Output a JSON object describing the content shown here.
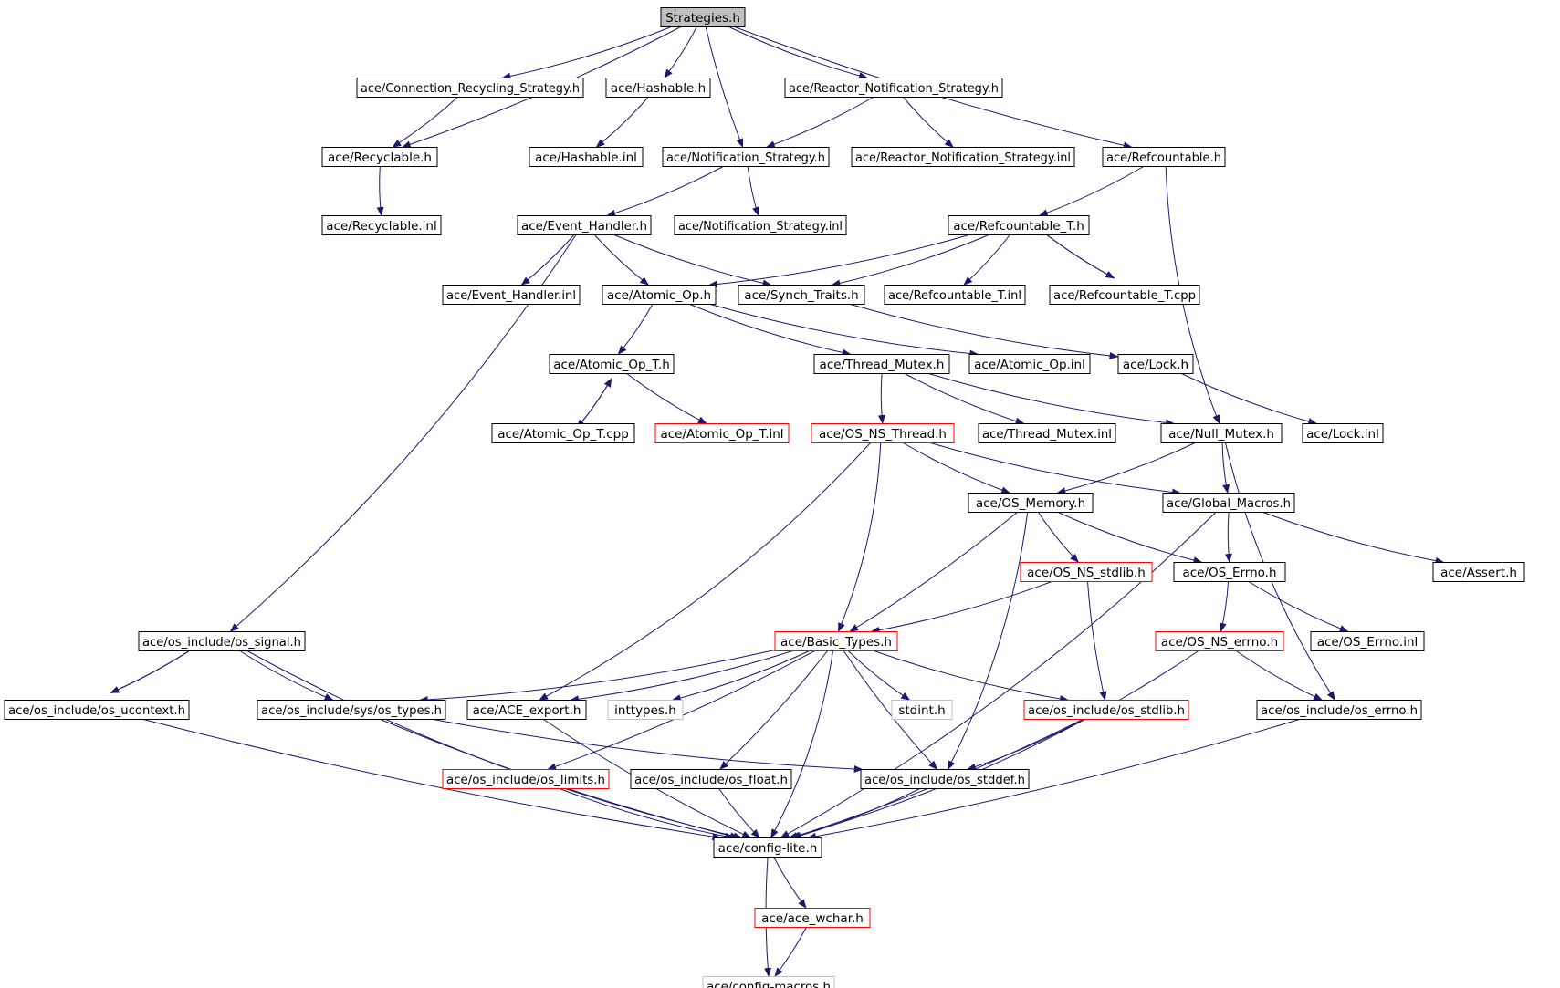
{
  "diagram": {
    "colors": {
      "edge": "#191970",
      "root_fill": "#bfbfbf",
      "normal_border": "#000000",
      "truncated_border": "#ff0000",
      "missing_border": "#bfbfbf",
      "text": "#000000"
    },
    "nodes": [
      {
        "id": "strategies_h",
        "label": "Strategies.h",
        "style": "root"
      },
      {
        "id": "conn_recycling",
        "label": "ace/Connection_Recycling_Strategy.h",
        "style": "normal"
      },
      {
        "id": "hashable_h",
        "label": "ace/Hashable.h",
        "style": "normal"
      },
      {
        "id": "reactor_notif_h",
        "label": "ace/Reactor_Notification_Strategy.h",
        "style": "normal"
      },
      {
        "id": "recyclable_h",
        "label": "ace/Recyclable.h",
        "style": "normal"
      },
      {
        "id": "hashable_inl",
        "label": "ace/Hashable.inl",
        "style": "normal"
      },
      {
        "id": "notif_strategy_h",
        "label": "ace/Notification_Strategy.h",
        "style": "normal"
      },
      {
        "id": "reactor_notif_inl",
        "label": "ace/Reactor_Notification_Strategy.inl",
        "style": "normal"
      },
      {
        "id": "refcountable_h",
        "label": "ace/Refcountable.h",
        "style": "normal"
      },
      {
        "id": "recyclable_inl",
        "label": "ace/Recyclable.inl",
        "style": "normal"
      },
      {
        "id": "event_handler_h",
        "label": "ace/Event_Handler.h",
        "style": "normal"
      },
      {
        "id": "notif_strategy_inl",
        "label": "ace/Notification_Strategy.inl",
        "style": "normal"
      },
      {
        "id": "refcountable_t_h",
        "label": "ace/Refcountable_T.h",
        "style": "normal"
      },
      {
        "id": "event_handler_inl",
        "label": "ace/Event_Handler.inl",
        "style": "normal"
      },
      {
        "id": "atomic_op_h",
        "label": "ace/Atomic_Op.h",
        "style": "normal"
      },
      {
        "id": "synch_traits_h",
        "label": "ace/Synch_Traits.h",
        "style": "normal"
      },
      {
        "id": "refcountable_t_inl",
        "label": "ace/Refcountable_T.inl",
        "style": "normal"
      },
      {
        "id": "refcountable_t_cpp",
        "label": "ace/Refcountable_T.cpp",
        "style": "normal"
      },
      {
        "id": "atomic_op_t_h",
        "label": "ace/Atomic_Op_T.h",
        "style": "normal"
      },
      {
        "id": "thread_mutex_h",
        "label": "ace/Thread_Mutex.h",
        "style": "normal"
      },
      {
        "id": "atomic_op_inl",
        "label": "ace/Atomic_Op.inl",
        "style": "normal"
      },
      {
        "id": "lock_h",
        "label": "ace/Lock.h",
        "style": "normal"
      },
      {
        "id": "atomic_op_t_cpp",
        "label": "ace/Atomic_Op_T.cpp",
        "style": "normal"
      },
      {
        "id": "atomic_op_t_inl",
        "label": "ace/Atomic_Op_T.inl",
        "style": "truncated"
      },
      {
        "id": "os_ns_thread_h",
        "label": "ace/OS_NS_Thread.h",
        "style": "truncated"
      },
      {
        "id": "thread_mutex_inl",
        "label": "ace/Thread_Mutex.inl",
        "style": "normal"
      },
      {
        "id": "null_mutex_h",
        "label": "ace/Null_Mutex.h",
        "style": "normal"
      },
      {
        "id": "lock_inl",
        "label": "ace/Lock.inl",
        "style": "normal"
      },
      {
        "id": "os_memory_h",
        "label": "ace/OS_Memory.h",
        "style": "normal"
      },
      {
        "id": "global_macros_h",
        "label": "ace/Global_Macros.h",
        "style": "normal"
      },
      {
        "id": "os_ns_stdlib_h",
        "label": "ace/OS_NS_stdlib.h",
        "style": "truncated"
      },
      {
        "id": "os_errno_h",
        "label": "ace/OS_Errno.h",
        "style": "normal"
      },
      {
        "id": "assert_h",
        "label": "ace/Assert.h",
        "style": "normal"
      },
      {
        "id": "os_signal_h",
        "label": "ace/os_include/os_signal.h",
        "style": "normal"
      },
      {
        "id": "basic_types_h",
        "label": "ace/Basic_Types.h",
        "style": "truncated"
      },
      {
        "id": "os_ns_errno_h",
        "label": "ace/OS_NS_errno.h",
        "style": "truncated"
      },
      {
        "id": "os_errno_inl",
        "label": "ace/OS_Errno.inl",
        "style": "normal"
      },
      {
        "id": "os_ucontext_h",
        "label": "ace/os_include/os_ucontext.h",
        "style": "normal"
      },
      {
        "id": "sys_os_types_h",
        "label": "ace/os_include/sys/os_types.h",
        "style": "normal"
      },
      {
        "id": "ace_export_h",
        "label": "ace/ACE_export.h",
        "style": "normal"
      },
      {
        "id": "inttypes_h",
        "label": "inttypes.h",
        "style": "missing"
      },
      {
        "id": "stdint_h",
        "label": "stdint.h",
        "style": "missing"
      },
      {
        "id": "os_stdlib_h",
        "label": "ace/os_include/os_stdlib.h",
        "style": "truncated"
      },
      {
        "id": "os_errno_inc_h",
        "label": "ace/os_include/os_errno.h",
        "style": "normal"
      },
      {
        "id": "os_limits_h",
        "label": "ace/os_include/os_limits.h",
        "style": "truncated"
      },
      {
        "id": "os_float_h",
        "label": "ace/os_include/os_float.h",
        "style": "normal"
      },
      {
        "id": "os_stddef_h",
        "label": "ace/os_include/os_stddef.h",
        "style": "normal"
      },
      {
        "id": "config_lite_h",
        "label": "ace/config-lite.h",
        "style": "normal"
      },
      {
        "id": "ace_wchar_h",
        "label": "ace/ace_wchar.h",
        "style": "truncated"
      },
      {
        "id": "config_macros_h",
        "label": "ace/config-macros.h",
        "style": "missing"
      }
    ],
    "edges": [
      [
        "strategies_h",
        "recyclable_h"
      ],
      [
        "strategies_h",
        "conn_recycling"
      ],
      [
        "strategies_h",
        "hashable_h"
      ],
      [
        "strategies_h",
        "notif_strategy_h"
      ],
      [
        "strategies_h",
        "reactor_notif_h"
      ],
      [
        "strategies_h",
        "refcountable_h"
      ],
      [
        "conn_recycling",
        "recyclable_h"
      ],
      [
        "hashable_h",
        "hashable_inl"
      ],
      [
        "reactor_notif_h",
        "notif_strategy_h"
      ],
      [
        "reactor_notif_h",
        "reactor_notif_inl"
      ],
      [
        "recyclable_h",
        "recyclable_inl"
      ],
      [
        "notif_strategy_h",
        "event_handler_h"
      ],
      [
        "notif_strategy_h",
        "notif_strategy_inl"
      ],
      [
        "refcountable_h",
        "refcountable_t_h"
      ],
      [
        "refcountable_h",
        "null_mutex_h"
      ],
      [
        "event_handler_h",
        "os_signal_h"
      ],
      [
        "event_handler_h",
        "event_handler_inl"
      ],
      [
        "event_handler_h",
        "atomic_op_h"
      ],
      [
        "event_handler_h",
        "synch_traits_h"
      ],
      [
        "refcountable_t_h",
        "atomic_op_h"
      ],
      [
        "refcountable_t_h",
        "synch_traits_h"
      ],
      [
        "refcountable_t_h",
        "refcountable_t_inl"
      ],
      [
        "refcountable_t_h",
        "refcountable_t_cpp"
      ],
      [
        "refcountable_t_cpp",
        "refcountable_t_h"
      ],
      [
        "atomic_op_h",
        "atomic_op_t_h"
      ],
      [
        "atomic_op_h",
        "thread_mutex_h"
      ],
      [
        "atomic_op_h",
        "atomic_op_inl"
      ],
      [
        "synch_traits_h",
        "lock_h"
      ],
      [
        "lock_h",
        "lock_inl"
      ],
      [
        "atomic_op_t_h",
        "atomic_op_t_cpp"
      ],
      [
        "atomic_op_t_cpp",
        "atomic_op_t_h"
      ],
      [
        "atomic_op_t_h",
        "atomic_op_t_inl"
      ],
      [
        "thread_mutex_h",
        "os_ns_thread_h"
      ],
      [
        "thread_mutex_h",
        "thread_mutex_inl"
      ],
      [
        "thread_mutex_h",
        "null_mutex_h"
      ],
      [
        "null_mutex_h",
        "os_memory_h"
      ],
      [
        "null_mutex_h",
        "global_macros_h"
      ],
      [
        "null_mutex_h",
        "os_errno_inc_h"
      ],
      [
        "os_ns_thread_h",
        "os_memory_h"
      ],
      [
        "os_ns_thread_h",
        "global_macros_h"
      ],
      [
        "os_ns_thread_h",
        "basic_types_h"
      ],
      [
        "os_ns_thread_h",
        "ace_export_h"
      ],
      [
        "os_memory_h",
        "os_ns_stdlib_h"
      ],
      [
        "os_memory_h",
        "os_errno_h"
      ],
      [
        "os_memory_h",
        "basic_types_h"
      ],
      [
        "os_memory_h",
        "os_stddef_h"
      ],
      [
        "global_macros_h",
        "os_errno_h"
      ],
      [
        "global_macros_h",
        "assert_h"
      ],
      [
        "global_macros_h",
        "config_lite_h"
      ],
      [
        "os_ns_stdlib_h",
        "basic_types_h"
      ],
      [
        "os_ns_stdlib_h",
        "os_stdlib_h"
      ],
      [
        "os_errno_h",
        "os_ns_errno_h"
      ],
      [
        "os_errno_h",
        "os_errno_inl"
      ],
      [
        "os_ns_errno_h",
        "os_errno_inc_h"
      ],
      [
        "os_ns_errno_h",
        "config_lite_h"
      ],
      [
        "os_signal_h",
        "os_ucontext_h"
      ],
      [
        "os_ucontext_h",
        "os_signal_h"
      ],
      [
        "os_signal_h",
        "sys_os_types_h"
      ],
      [
        "os_signal_h",
        "config_lite_h"
      ],
      [
        "basic_types_h",
        "sys_os_types_h"
      ],
      [
        "basic_types_h",
        "ace_export_h"
      ],
      [
        "basic_types_h",
        "inttypes_h"
      ],
      [
        "basic_types_h",
        "stdint_h"
      ],
      [
        "basic_types_h",
        "os_stdlib_h"
      ],
      [
        "basic_types_h",
        "os_limits_h"
      ],
      [
        "basic_types_h",
        "os_float_h"
      ],
      [
        "basic_types_h",
        "os_stddef_h"
      ],
      [
        "basic_types_h",
        "config_lite_h"
      ],
      [
        "os_ucontext_h",
        "config_lite_h"
      ],
      [
        "sys_os_types_h",
        "os_stddef_h"
      ],
      [
        "sys_os_types_h",
        "config_lite_h"
      ],
      [
        "ace_export_h",
        "config_lite_h"
      ],
      [
        "os_stdlib_h",
        "os_stddef_h"
      ],
      [
        "os_stdlib_h",
        "config_lite_h"
      ],
      [
        "os_errno_inc_h",
        "config_lite_h"
      ],
      [
        "os_limits_h",
        "config_lite_h"
      ],
      [
        "os_float_h",
        "config_lite_h"
      ],
      [
        "os_stddef_h",
        "config_lite_h"
      ],
      [
        "config_lite_h",
        "ace_wchar_h"
      ],
      [
        "config_lite_h",
        "config_macros_h"
      ],
      [
        "ace_wchar_h",
        "config_macros_h"
      ]
    ]
  }
}
